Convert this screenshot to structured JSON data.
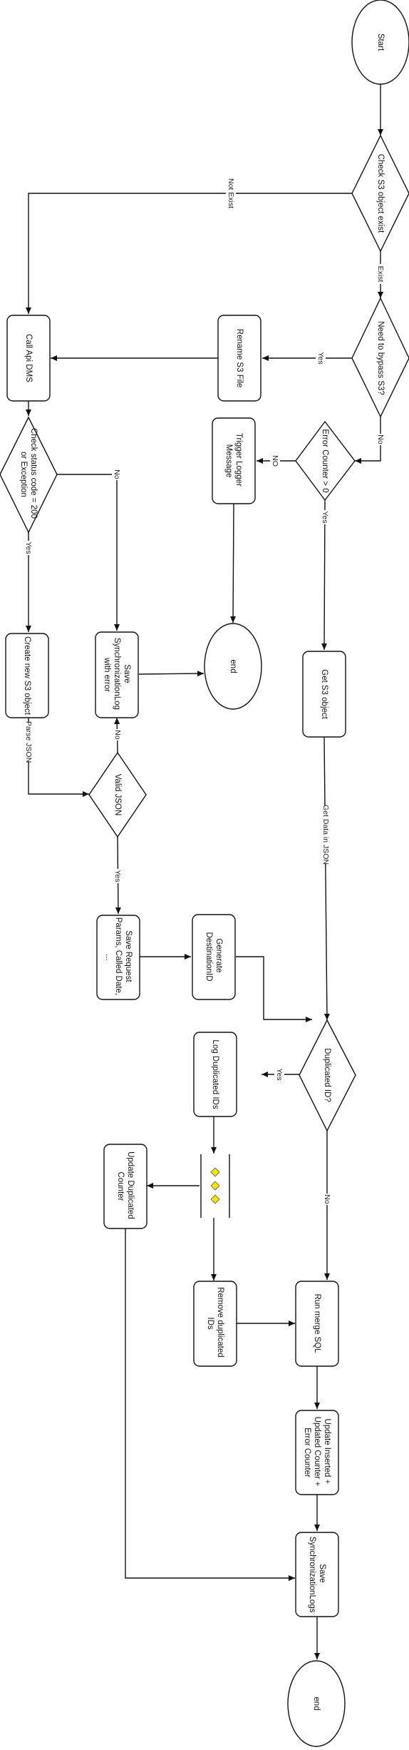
{
  "nodes": {
    "start": "Start",
    "check_s3": "Check S3 object exist",
    "need_bypass": "Need to bypass S3?",
    "rename_s3": "Rename S3 File",
    "call_api": "Call Api DMS",
    "error_counter": "Error Counter > 0",
    "trigger_logger": [
      "Trigger Logger",
      "Message"
    ],
    "check_status": [
      "Check status code = 200",
      "or Exception"
    ],
    "save_sync_error": [
      "Save",
      "SynchronizationLog",
      "with error"
    ],
    "end_1": "end",
    "get_s3": "Get S3 object",
    "create_s3": "Create new S3 object",
    "valid_json": "Valid JSON",
    "save_request": [
      "Save Request",
      "Params, Called Date,",
      "..."
    ],
    "generate_dest": [
      "Generate",
      "DestinationID"
    ],
    "duplicated_id": "Duplicated ID?",
    "log_dup": "Log Duplicated IDs",
    "update_dup_counter": [
      "Update Duplicated",
      "Counter"
    ],
    "remove_dup": [
      "Remove duplicated",
      "IDs"
    ],
    "run_merge": "Run merge SQL",
    "update_inserted": [
      "Update Inserted +",
      "Updated Counter +",
      "Error Counter"
    ],
    "save_sync_logs": [
      "Save",
      "SynchronizationLogs"
    ],
    "end_2": "end"
  },
  "edge_labels": {
    "not_exist": "Not Exist",
    "exist": "Exist",
    "yes_bypass": "Yes",
    "no_bypass": "No",
    "no_error": "NO",
    "yes_error": "Yes",
    "no_status": "No",
    "yes_status": "Yes",
    "parse_json": "Parse JSON",
    "no_json": "No",
    "yes_json": "Yes",
    "get_data_json": "Get Data in JSON",
    "yes_dup": "Yes",
    "no_dup": "No"
  },
  "colors": {
    "stroke": "#111111",
    "fill": "#ffffff",
    "parallel_marker": "#f2e600"
  }
}
